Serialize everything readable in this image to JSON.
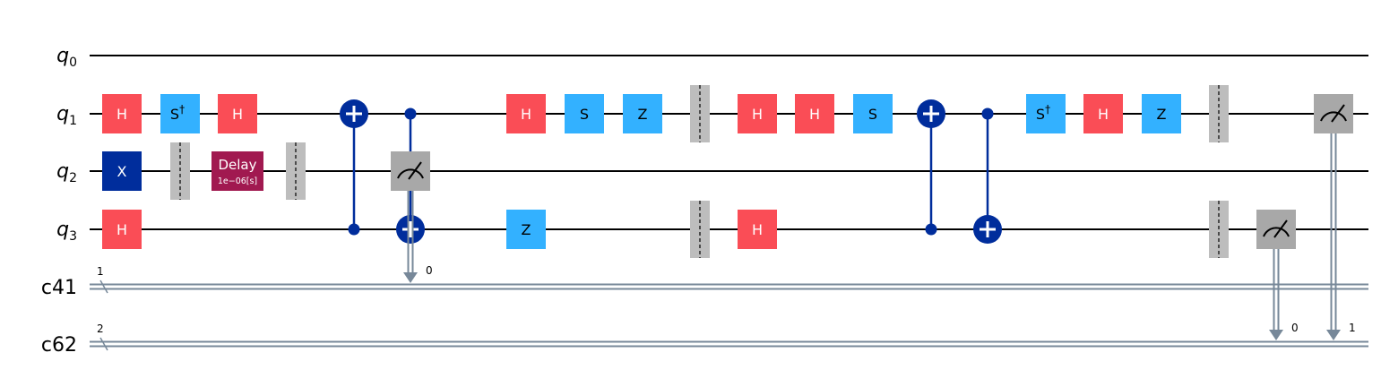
{
  "qubits": [
    {
      "name": "q",
      "sub": "0"
    },
    {
      "name": "q",
      "sub": "1"
    },
    {
      "name": "q",
      "sub": "2"
    },
    {
      "name": "q",
      "sub": "3"
    }
  ],
  "clbits": [
    {
      "name": "c41",
      "size": "1"
    },
    {
      "name": "c62",
      "size": "2"
    }
  ],
  "gates": [
    {
      "kind": "gate",
      "label": "H",
      "qubit": 1,
      "col": 0,
      "color": "#fa4d56"
    },
    {
      "kind": "gate",
      "label": "X",
      "qubit": 2,
      "col": 0,
      "color": "#002d9c"
    },
    {
      "kind": "gate",
      "label": "H",
      "qubit": 3,
      "col": 0,
      "color": "#fa4d56"
    },
    {
      "kind": "gate",
      "label": "S",
      "sup": "†",
      "qubit": 1,
      "col": 1,
      "color": "#33b1ff"
    },
    {
      "kind": "gate",
      "label": "H",
      "qubit": 1,
      "col": 2,
      "color": "#fa4d56"
    },
    {
      "kind": "delay",
      "label": "Delay",
      "param": "1e−06[s]",
      "qubit": 2,
      "col": 2,
      "color": "#a11950"
    },
    {
      "kind": "gate",
      "label": "H",
      "qubit": 1,
      "col": 6,
      "color": "#fa4d56"
    },
    {
      "kind": "gate",
      "label": "S",
      "qubit": 1,
      "col": 7,
      "color": "#33b1ff"
    },
    {
      "kind": "gate",
      "label": "Z",
      "qubit": 1,
      "col": 8,
      "color": "#33b1ff"
    },
    {
      "kind": "gate",
      "label": "Z",
      "qubit": 3,
      "col": 6,
      "color": "#33b1ff"
    },
    {
      "kind": "gate",
      "label": "H",
      "qubit": 1,
      "col": 10,
      "color": "#fa4d56"
    },
    {
      "kind": "gate",
      "label": "H",
      "qubit": 1,
      "col": 11,
      "color": "#fa4d56"
    },
    {
      "kind": "gate",
      "label": "S",
      "qubit": 1,
      "col": 12,
      "color": "#33b1ff"
    },
    {
      "kind": "gate",
      "label": "H",
      "qubit": 3,
      "col": 10,
      "color": "#fa4d56"
    },
    {
      "kind": "gate",
      "label": "S",
      "sup": "†",
      "qubit": 1,
      "col": 15,
      "color": "#33b1ff"
    },
    {
      "kind": "gate",
      "label": "H",
      "qubit": 1,
      "col": 16,
      "color": "#fa4d56"
    },
    {
      "kind": "gate",
      "label": "Z",
      "qubit": 1,
      "col": 17,
      "color": "#33b1ff"
    }
  ],
  "barriers": [
    {
      "col": 1,
      "qubits": [
        2
      ]
    },
    {
      "col": 3,
      "qubits": [
        2
      ]
    },
    {
      "col": 9,
      "qubits": [
        1
      ]
    },
    {
      "col": 9,
      "qubits": [
        3
      ]
    },
    {
      "col": 18,
      "qubits": [
        1
      ]
    },
    {
      "col": 18,
      "qubits": [
        3
      ]
    }
  ],
  "cnots": [
    {
      "col": 4,
      "control": 3,
      "target": 1
    },
    {
      "col": 5,
      "control": 1,
      "target": 3
    },
    {
      "col": 13,
      "control": 3,
      "target": 1
    },
    {
      "col": 14,
      "control": 1,
      "target": 3
    }
  ],
  "measurements": [
    {
      "col": 5,
      "qubit": 2,
      "creg": 0,
      "bit": "0"
    },
    {
      "col": 19,
      "qubit": 3,
      "creg": 1,
      "bit": "0"
    },
    {
      "col": 20,
      "qubit": 1,
      "creg": 1,
      "bit": "1"
    }
  ],
  "colors": {
    "wire": "#000000",
    "classical_wire": "#778899",
    "cnot": "#002d9c",
    "measure": "#a8a8a8",
    "barrier": "#bdbdbd"
  }
}
